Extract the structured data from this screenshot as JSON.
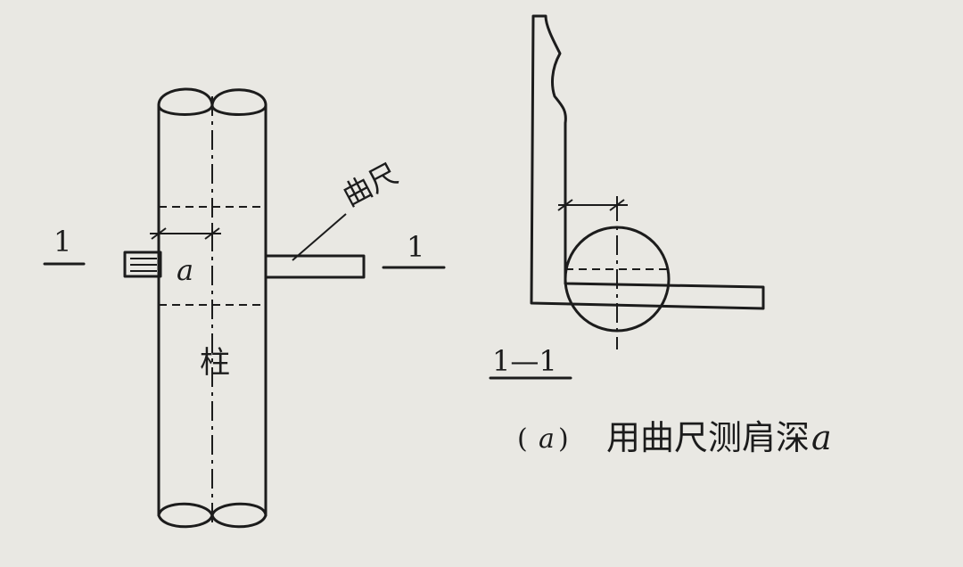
{
  "labels": {
    "section_mark_left": "1",
    "section_mark_right": "1",
    "tool_label": "曲尺",
    "dimension_label": "a",
    "column_label": "柱",
    "section_view_label": "1—1",
    "caption_open": "(",
    "caption_index": "a",
    "caption_close": ")",
    "caption_text": "用曲尺测肩深",
    "caption_var": "a"
  }
}
